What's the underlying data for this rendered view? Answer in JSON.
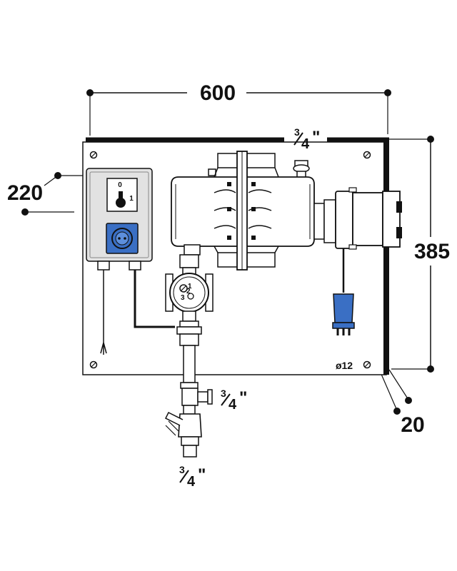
{
  "dimensions": {
    "width": "600",
    "height": "385",
    "bracket": "220",
    "depth": "20"
  },
  "fittings": {
    "top": {
      "num": "3",
      "den": "4",
      "mark": "\""
    },
    "side": {
      "num": "3",
      "den": "4",
      "mark": "\""
    },
    "bottom": {
      "num": "3",
      "den": "4",
      "mark": "\""
    }
  },
  "hole": "ø12",
  "switch": {
    "off": "0",
    "on": "1"
  },
  "pump_speeds": {
    "s1": "1",
    "s2": "2",
    "s3": "3"
  },
  "colors": {
    "socket": "#3a6fc4",
    "line": "#111111",
    "box": "#dcdcdc"
  }
}
